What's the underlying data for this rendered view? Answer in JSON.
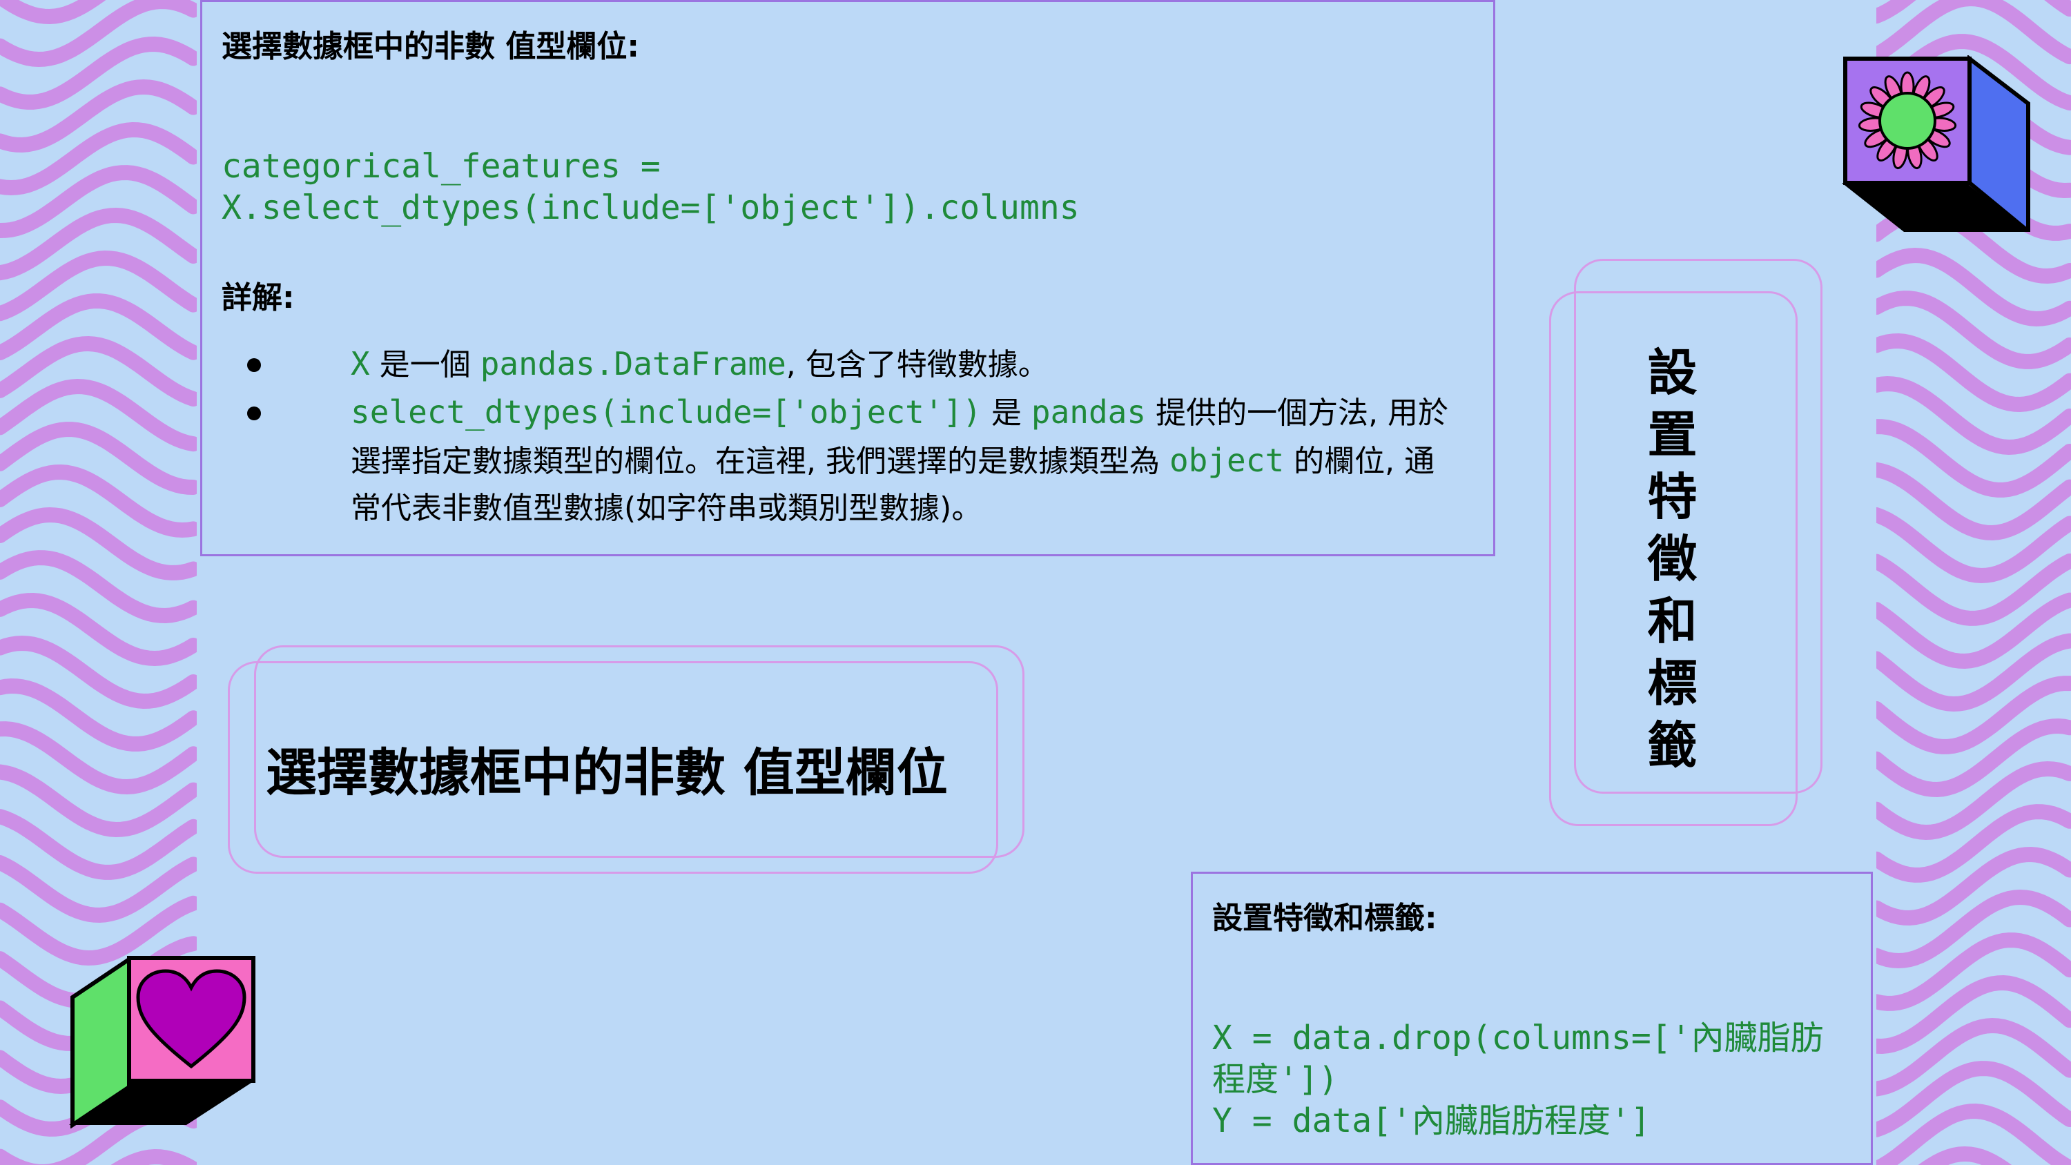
{
  "top_panel": {
    "heading": "選擇數據框中的非數 值型欄位:",
    "code_lines": [
      "categorical_features =",
      "X.select_dtypes(include=['object']).columns"
    ],
    "details_label": "詳解:",
    "bullets": [
      {
        "parts": [
          {
            "code": "X"
          },
          {
            "text": " 是一個 "
          },
          {
            "code": "pandas.DataFrame"
          },
          {
            "text": ", 包含了特徵數據。"
          }
        ]
      },
      {
        "parts": [
          {
            "code": "select_dtypes(include=['object'])"
          },
          {
            "text": " 是 "
          },
          {
            "code": "pandas"
          },
          {
            "text": " 提供的一個方法, 用於選擇指定數據類型的欄位。在這裡, 我們選擇的是數據類型為 "
          },
          {
            "code": "object"
          },
          {
            "text": " 的欄位, 通常代表非數值型數據(如字符串或類別型數據)。"
          }
        ]
      }
    ]
  },
  "section_title": "選擇數據框中的非數 值型欄位",
  "vertical_title": "設置特徵和標籤",
  "bottom_panel": {
    "heading": "設置特徵和標籤:",
    "code_lines": [
      "X = data.drop(columns=['內臟脂肪",
      "程度'])",
      "Y = data['內臟脂肪程度']"
    ]
  },
  "icons": {
    "flower": "flower-cube-icon",
    "heart": "heart-cube-icon"
  },
  "colors": {
    "background": "#bcd9f7",
    "wave": "#cc8fe6",
    "code": "#1f8a3a",
    "panel_border": "#9b74e0"
  }
}
